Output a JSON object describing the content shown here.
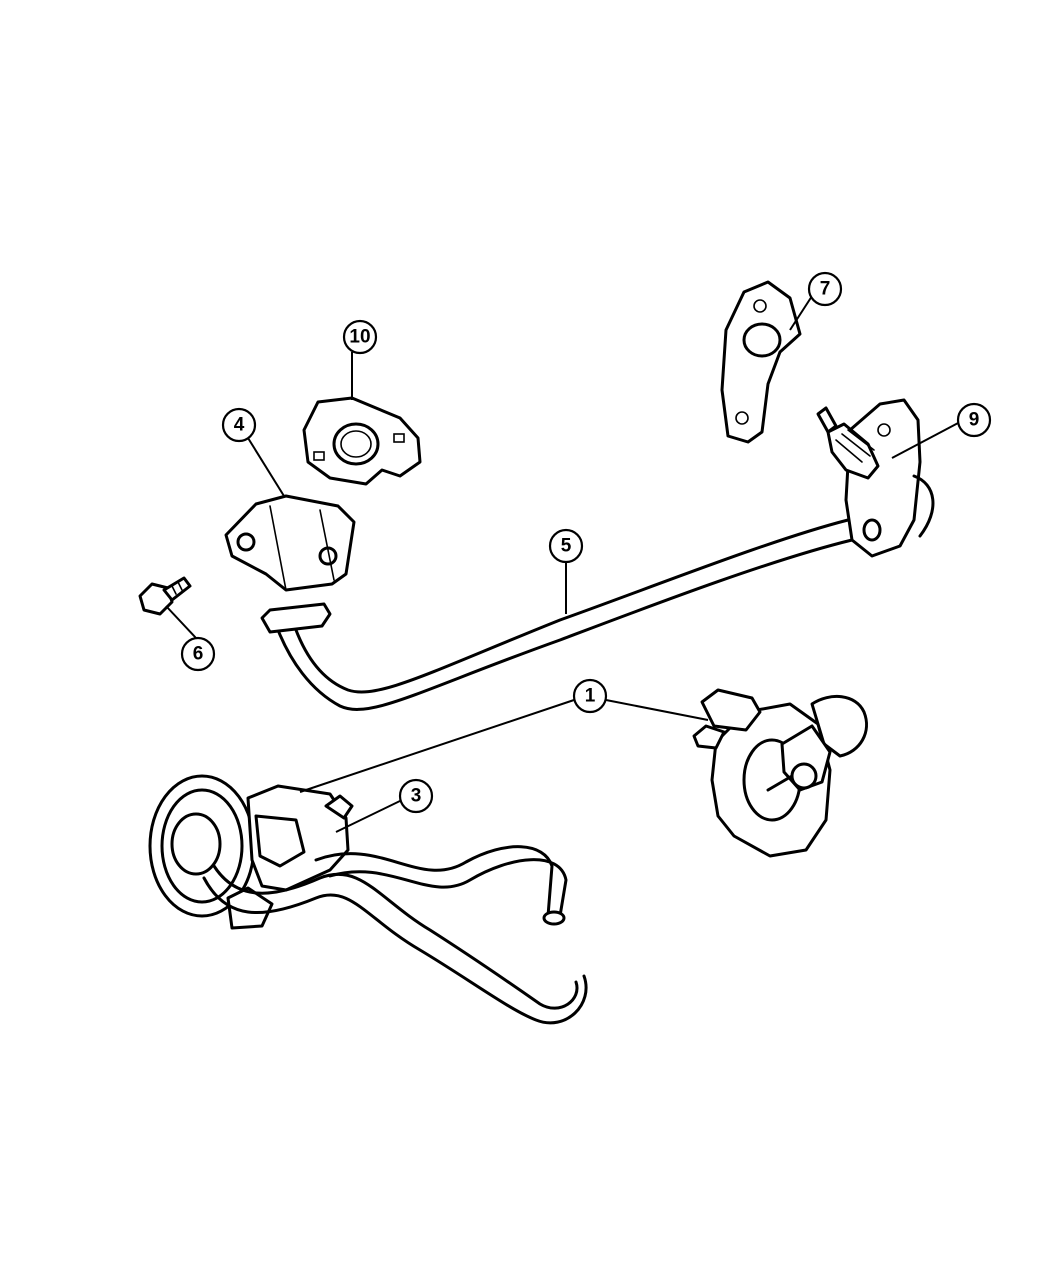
{
  "callouts": [
    {
      "id": "1",
      "label": "1"
    },
    {
      "id": "3",
      "label": "3"
    },
    {
      "id": "4",
      "label": "4"
    },
    {
      "id": "5",
      "label": "5"
    },
    {
      "id": "6",
      "label": "6"
    },
    {
      "id": "7",
      "label": "7"
    },
    {
      "id": "9",
      "label": "9"
    },
    {
      "id": "10",
      "label": "10"
    }
  ]
}
